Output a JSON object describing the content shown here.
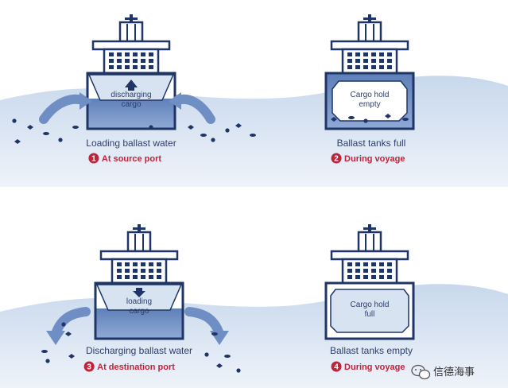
{
  "colors": {
    "navy": "#1f3566",
    "water": "#c8d8ec",
    "water_dark": "#9bb3d6",
    "ballast": "#6f8fc4",
    "step_red": "#c0243a",
    "hull_fill": "#ffffff",
    "cargo_fill": "#d8e3f2"
  },
  "panels": [
    {
      "id": "p1",
      "inner_lines": [
        "discharging",
        "cargo"
      ],
      "caption": "Loading ballast water",
      "step_num": "1",
      "step_text": "At source port"
    },
    {
      "id": "p2",
      "inner_lines": [
        "Cargo hold",
        "empty"
      ],
      "caption": "Ballast tanks full",
      "step_num": "2",
      "step_text": "During voyage"
    },
    {
      "id": "p3",
      "inner_lines": [
        "loading",
        "cargo"
      ],
      "caption": "Discharging ballast water",
      "step_num": "3",
      "step_text": "At destination port"
    },
    {
      "id": "p4",
      "inner_lines": [
        "Cargo hold",
        "full"
      ],
      "caption": "Ballast tanks empty",
      "step_num": "4",
      "step_text": "During voyage"
    }
  ],
  "watermark": {
    "icon": "wechat-icon",
    "text": "信德海事"
  }
}
